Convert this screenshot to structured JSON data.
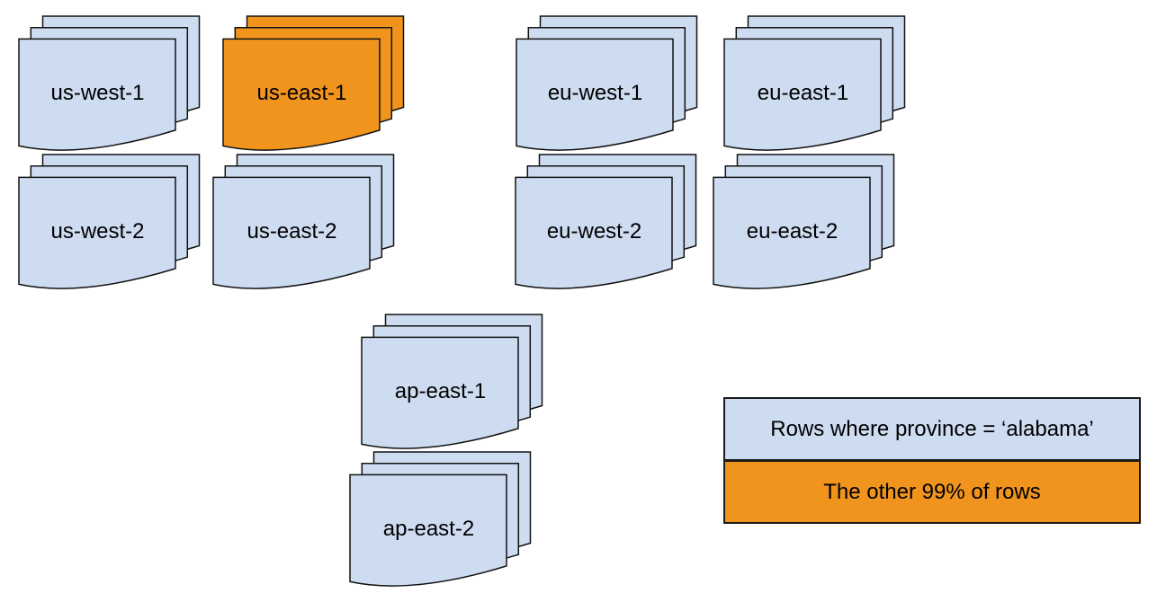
{
  "colors": {
    "background": "#ffffff",
    "doc_blue": "#cddcf0",
    "doc_orange": "#f0941e",
    "outline": "#121212",
    "text": "#000000"
  },
  "stacks": [
    {
      "label": "us-west-1",
      "fill": "#cddcf0"
    },
    {
      "label": "us-east-1",
      "fill": "#f0941e"
    },
    {
      "label": "eu-west-1",
      "fill": "#cddcf0"
    },
    {
      "label": "eu-east-1",
      "fill": "#cddcf0"
    },
    {
      "label": "us-west-2",
      "fill": "#cddcf0"
    },
    {
      "label": "us-east-2",
      "fill": "#cddcf0"
    },
    {
      "label": "eu-west-2",
      "fill": "#cddcf0"
    },
    {
      "label": "eu-east-2",
      "fill": "#cddcf0"
    },
    {
      "label": "ap-east-1",
      "fill": "#cddcf0"
    },
    {
      "label": "ap-east-2",
      "fill": "#cddcf0"
    }
  ],
  "legend": {
    "rows": [
      {
        "label": "Rows where province = ‘alabama’",
        "fill": "#cddcf0"
      },
      {
        "label": "The other 99% of rows",
        "fill": "#f0941e"
      }
    ]
  }
}
